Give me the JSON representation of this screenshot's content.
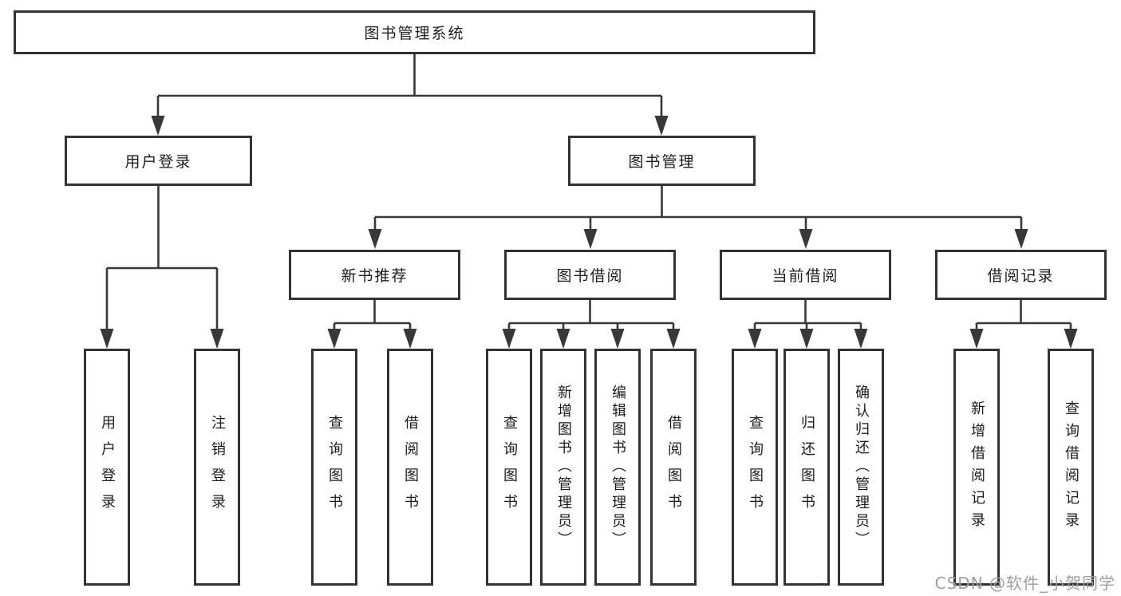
{
  "diagram": {
    "tree": {
      "label": "图书管理系统",
      "children": [
        {
          "label": "用户登录",
          "children": [
            {
              "label": "用户登录"
            },
            {
              "label": "注销登录"
            }
          ]
        },
        {
          "label": "图书管理",
          "children": [
            {
              "label": "新书推荐",
              "children": [
                {
                  "label": "查询图书"
                },
                {
                  "label": "借阅图书"
                }
              ]
            },
            {
              "label": "图书借阅",
              "children": [
                {
                  "label": "查询图书"
                },
                {
                  "label": "新增图书（管理员）"
                },
                {
                  "label": "编辑图书（管理员）"
                },
                {
                  "label": "借阅图书"
                }
              ]
            },
            {
              "label": "当前借阅",
              "children": [
                {
                  "label": "查询图书"
                },
                {
                  "label": "归还图书"
                },
                {
                  "label": "确认归还（管理员）"
                }
              ]
            },
            {
              "label": "借阅记录",
              "children": [
                {
                  "label": "新增借阅记录"
                },
                {
                  "label": "查询借阅记录"
                }
              ]
            }
          ]
        }
      ]
    },
    "colors": {
      "line": "#383838",
      "box_border": "#333333",
      "text": "#1c1c1c",
      "background": "#ffffff",
      "watermark": "#9e9e9e"
    }
  },
  "watermark": {
    "text": "CSDN @软件_小贺同学"
  }
}
